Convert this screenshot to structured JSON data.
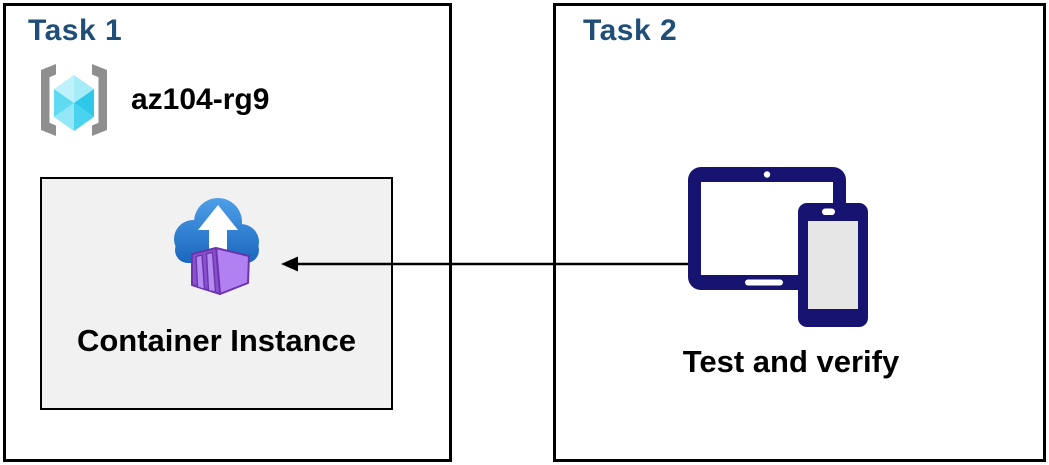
{
  "task1": {
    "title": "Task 1",
    "resource_group": {
      "name": "az104-rg9",
      "icon": "resource-group-icon"
    },
    "panel": {
      "label": "Container Instance",
      "icon": "container-instance-icon"
    }
  },
  "task2": {
    "title": "Task 2",
    "caption": "Test and verify",
    "icon": "devices-icon"
  },
  "arrow": {
    "direction": "right-to-left",
    "from": "task2-devices",
    "to": "task1-container-instance"
  },
  "colors": {
    "title_blue": "#1F4E79",
    "box_border": "#000000",
    "panel_fill": "#F1F1F2",
    "panel_border": "#000000",
    "text_black": "#000000",
    "navy": "#161470",
    "device_screen": "#E6E6E6",
    "bracket_gray": "#8F8F8F",
    "cube_light": "#BFF1FB",
    "cube_light2": "#A6EBF8",
    "cube_mid": "#5FDAF2",
    "cube_mid2": "#93E7F6",
    "cube_dark": "#2EC8EB",
    "cube_dark2": "#49D3EF",
    "cloud_top": "#4E9FE8",
    "cloud_bottom": "#1A66BE",
    "container_front": "#8A50CE",
    "container_side": "#B180F1",
    "container_rib": "#B48BEF",
    "container_outline": "#6B34AD",
    "arrow_black": "#000000"
  }
}
